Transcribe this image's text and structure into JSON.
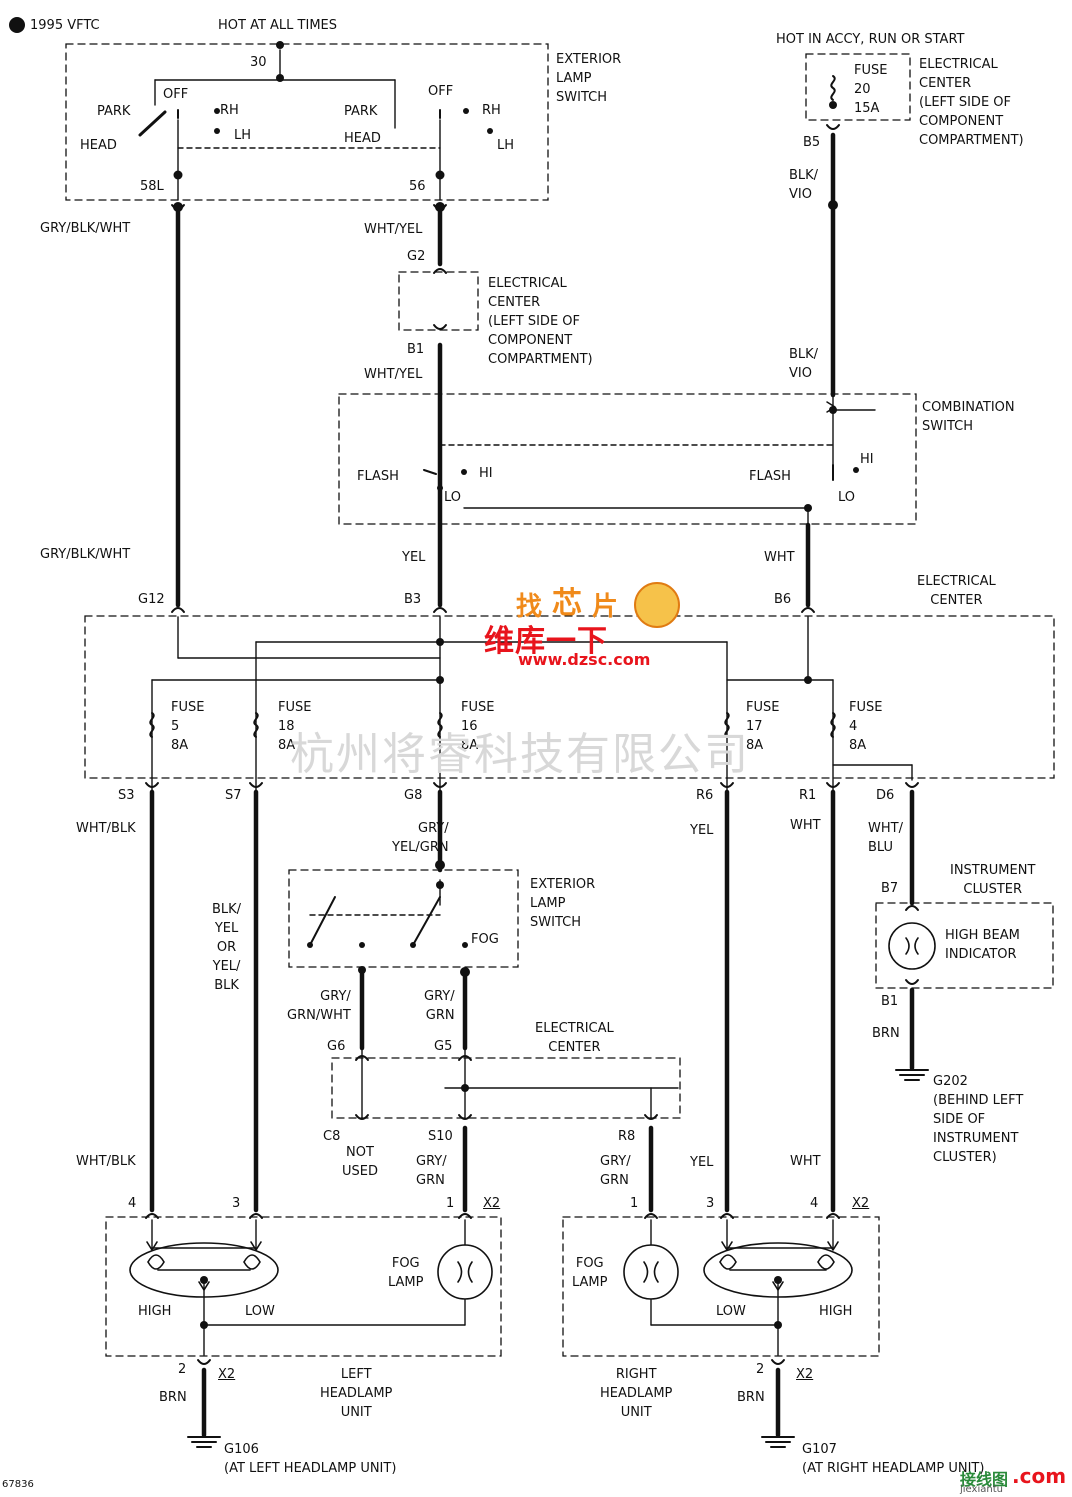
{
  "copyright": "1995 VFTC",
  "drawing_number": "67836",
  "top": {
    "hot_at_all_times": "HOT AT ALL TIMES",
    "hot_in_accy": "HOT IN ACCY, RUN OR START"
  },
  "ext_lamp_switch": {
    "title": "EXTERIOR\nLAMP\nSWITCH",
    "term_30": "30",
    "term_58l": "58L",
    "term_56": "56",
    "off": "OFF",
    "park": "PARK",
    "head": "HEAD",
    "rh": "RH",
    "lh": "LH"
  },
  "wires": {
    "gry_blk_wht": "GRY/BLK/WHT",
    "wht_yel": "WHT/YEL",
    "blk_vio": "BLK/\nVIO",
    "yel": "YEL",
    "wht": "WHT",
    "wht_blk": "WHT/BLK",
    "blk_yel_or": "BLK/\nYEL\nOR\nYEL/\nBLK",
    "gry_yel_grn": "GRY/\nYEL/GRN",
    "wht_blu": "WHT/\nBLU",
    "brn": "BRN",
    "gry_grn_wht": "GRY/\nGRN/WHT",
    "gry_grn": "GRY/\nGRN"
  },
  "fuse20": {
    "label": "FUSE\n20\n15A",
    "center": "ELECTRICAL\nCENTER\n(LEFT SIDE OF\nCOMPONENT\nCOMPARTMENT)",
    "conn": "B5"
  },
  "ec_small": {
    "label": "ELECTRICAL\nCENTER\n(LEFT SIDE OF\nCOMPONENT\nCOMPARTMENT)",
    "g2": "G2",
    "b1": "B1"
  },
  "combination_switch": {
    "title": "COMBINATION\nSWITCH",
    "flash": "FLASH",
    "hi": "HI",
    "lo": "LO"
  },
  "electrical_center": {
    "title": "ELECTRICAL\nCENTER",
    "inputs": [
      "G12",
      "B3",
      "B6"
    ],
    "fuses": [
      {
        "label": "FUSE\n5\n8A"
      },
      {
        "label": "FUSE\n18\n8A"
      },
      {
        "label": "FUSE\n16\n8A"
      },
      {
        "label": "FUSE\n17\n8A"
      },
      {
        "label": "FUSE\n4\n8A"
      }
    ],
    "outputs": [
      "S3",
      "S7",
      "G8",
      "R6",
      "R1",
      "D6"
    ]
  },
  "fog_switch": {
    "title": "EXTERIOR\nLAMP\nSWITCH",
    "fog": "FOG"
  },
  "ec_fog": {
    "title": "ELECTRICAL\nCENTER",
    "g6": "G6",
    "g5": "G5",
    "c8": "C8",
    "s10": "S10",
    "r8": "R8",
    "not_used": "NOT\nUSED"
  },
  "instrument_cluster": {
    "title": "INSTRUMENT\nCLUSTER",
    "indicator": "HIGH BEAM\nINDICATOR",
    "b7": "B7",
    "b1": "B1"
  },
  "grounds": {
    "g202": "G202\n(BEHIND LEFT\nSIDE OF\nINSTRUMENT\nCLUSTER)",
    "g106": "G106\n(AT LEFT HEADLAMP UNIT)",
    "g107": "G107\n(AT RIGHT HEADLAMP UNIT)"
  },
  "left_unit": {
    "title": "LEFT\nHEADLAMP\nUNIT",
    "pins": [
      "4",
      "3",
      "1",
      "2"
    ],
    "x2": "X2",
    "high": "HIGH",
    "low": "LOW",
    "fog": "FOG\nLAMP"
  },
  "right_unit": {
    "title": "RIGHT\nHEADLAMP\nUNIT",
    "pins": [
      "1",
      "3",
      "4",
      "2"
    ],
    "x2": "X2",
    "high": "HIGH",
    "low": "LOW",
    "fog": "FOG\nLAMP"
  },
  "watermarks": {
    "zhao": "找",
    "xin": "芯",
    "pian": "片",
    "brand": "维库一下",
    "url": "www.dzsc.com",
    "company": "杭州将睿科技有限公司",
    "corner": "接线图",
    "corner_com": ".com",
    "corner_url": "jiexiantu"
  },
  "colors": {
    "ink": "#111111",
    "watermark_red": "#e8141c",
    "watermark_orange": "#f08a1a",
    "watermark_gray": "#d8d8d8",
    "corner_green": "#2a8a3a"
  }
}
